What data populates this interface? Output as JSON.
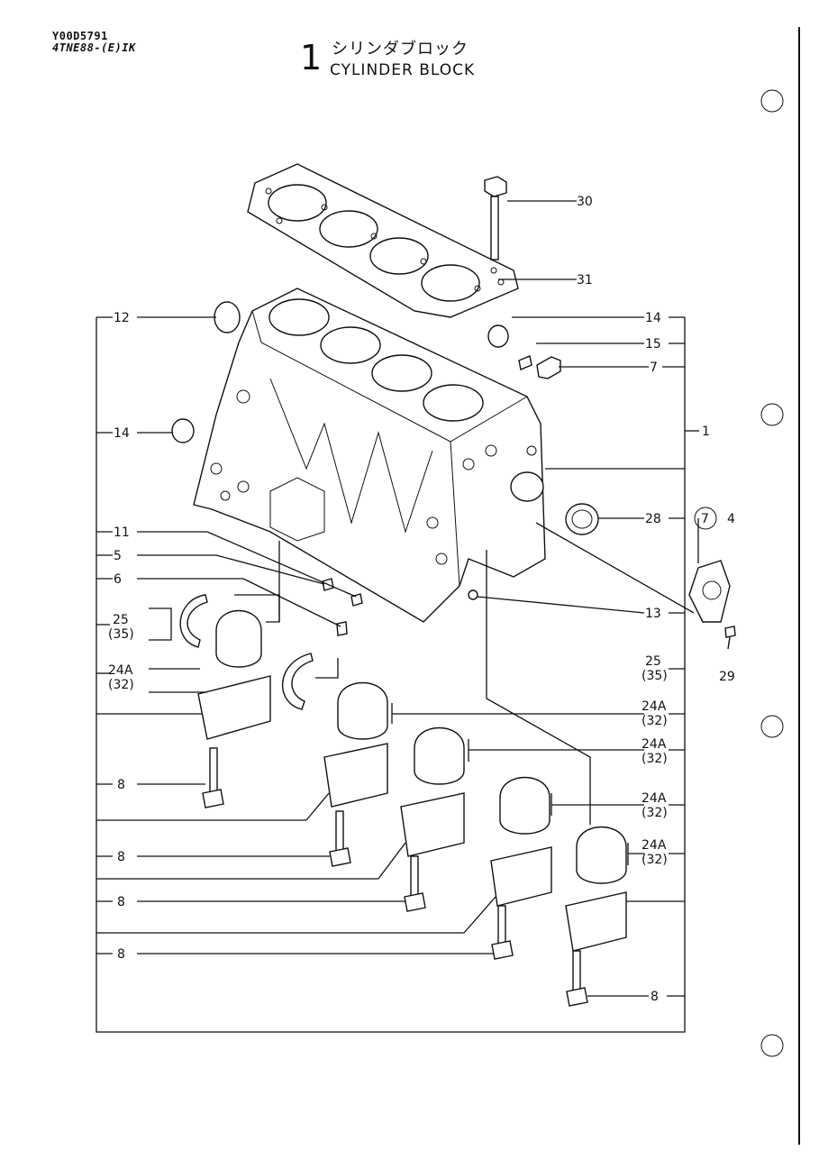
{
  "header": {
    "doc_code": "Y00D5791",
    "model": "4TNE88-(E)IK",
    "section_number": "1",
    "title_jp": "シリンダブロック",
    "title_en": "CYLINDER BLOCK"
  },
  "callouts": {
    "c30": "30",
    "c31": "31",
    "c12": "12",
    "c14a": "14",
    "c14b": "14",
    "c15": "15",
    "c7": "7",
    "c1": "1",
    "c28": "28",
    "c4": "4",
    "c7circ": "7",
    "c11": "11",
    "c5": "5",
    "c6": "6",
    "c13": "13",
    "c29": "29",
    "c25a": "25",
    "c35a": "(35)",
    "c24Aa": "24A",
    "c32a": "(32)",
    "c25b": "25",
    "c35b": "(35)",
    "c24Ab": "24A",
    "c32b": "(32)",
    "c24Ac": "24A",
    "c32c": "(32)",
    "c24Ad": "24A",
    "c32d": "(32)",
    "c24Ae": "24A",
    "c32e": "(32)",
    "c8a": "8",
    "c8b": "8",
    "c8c": "8",
    "c8d": "8",
    "c8e": "8"
  }
}
